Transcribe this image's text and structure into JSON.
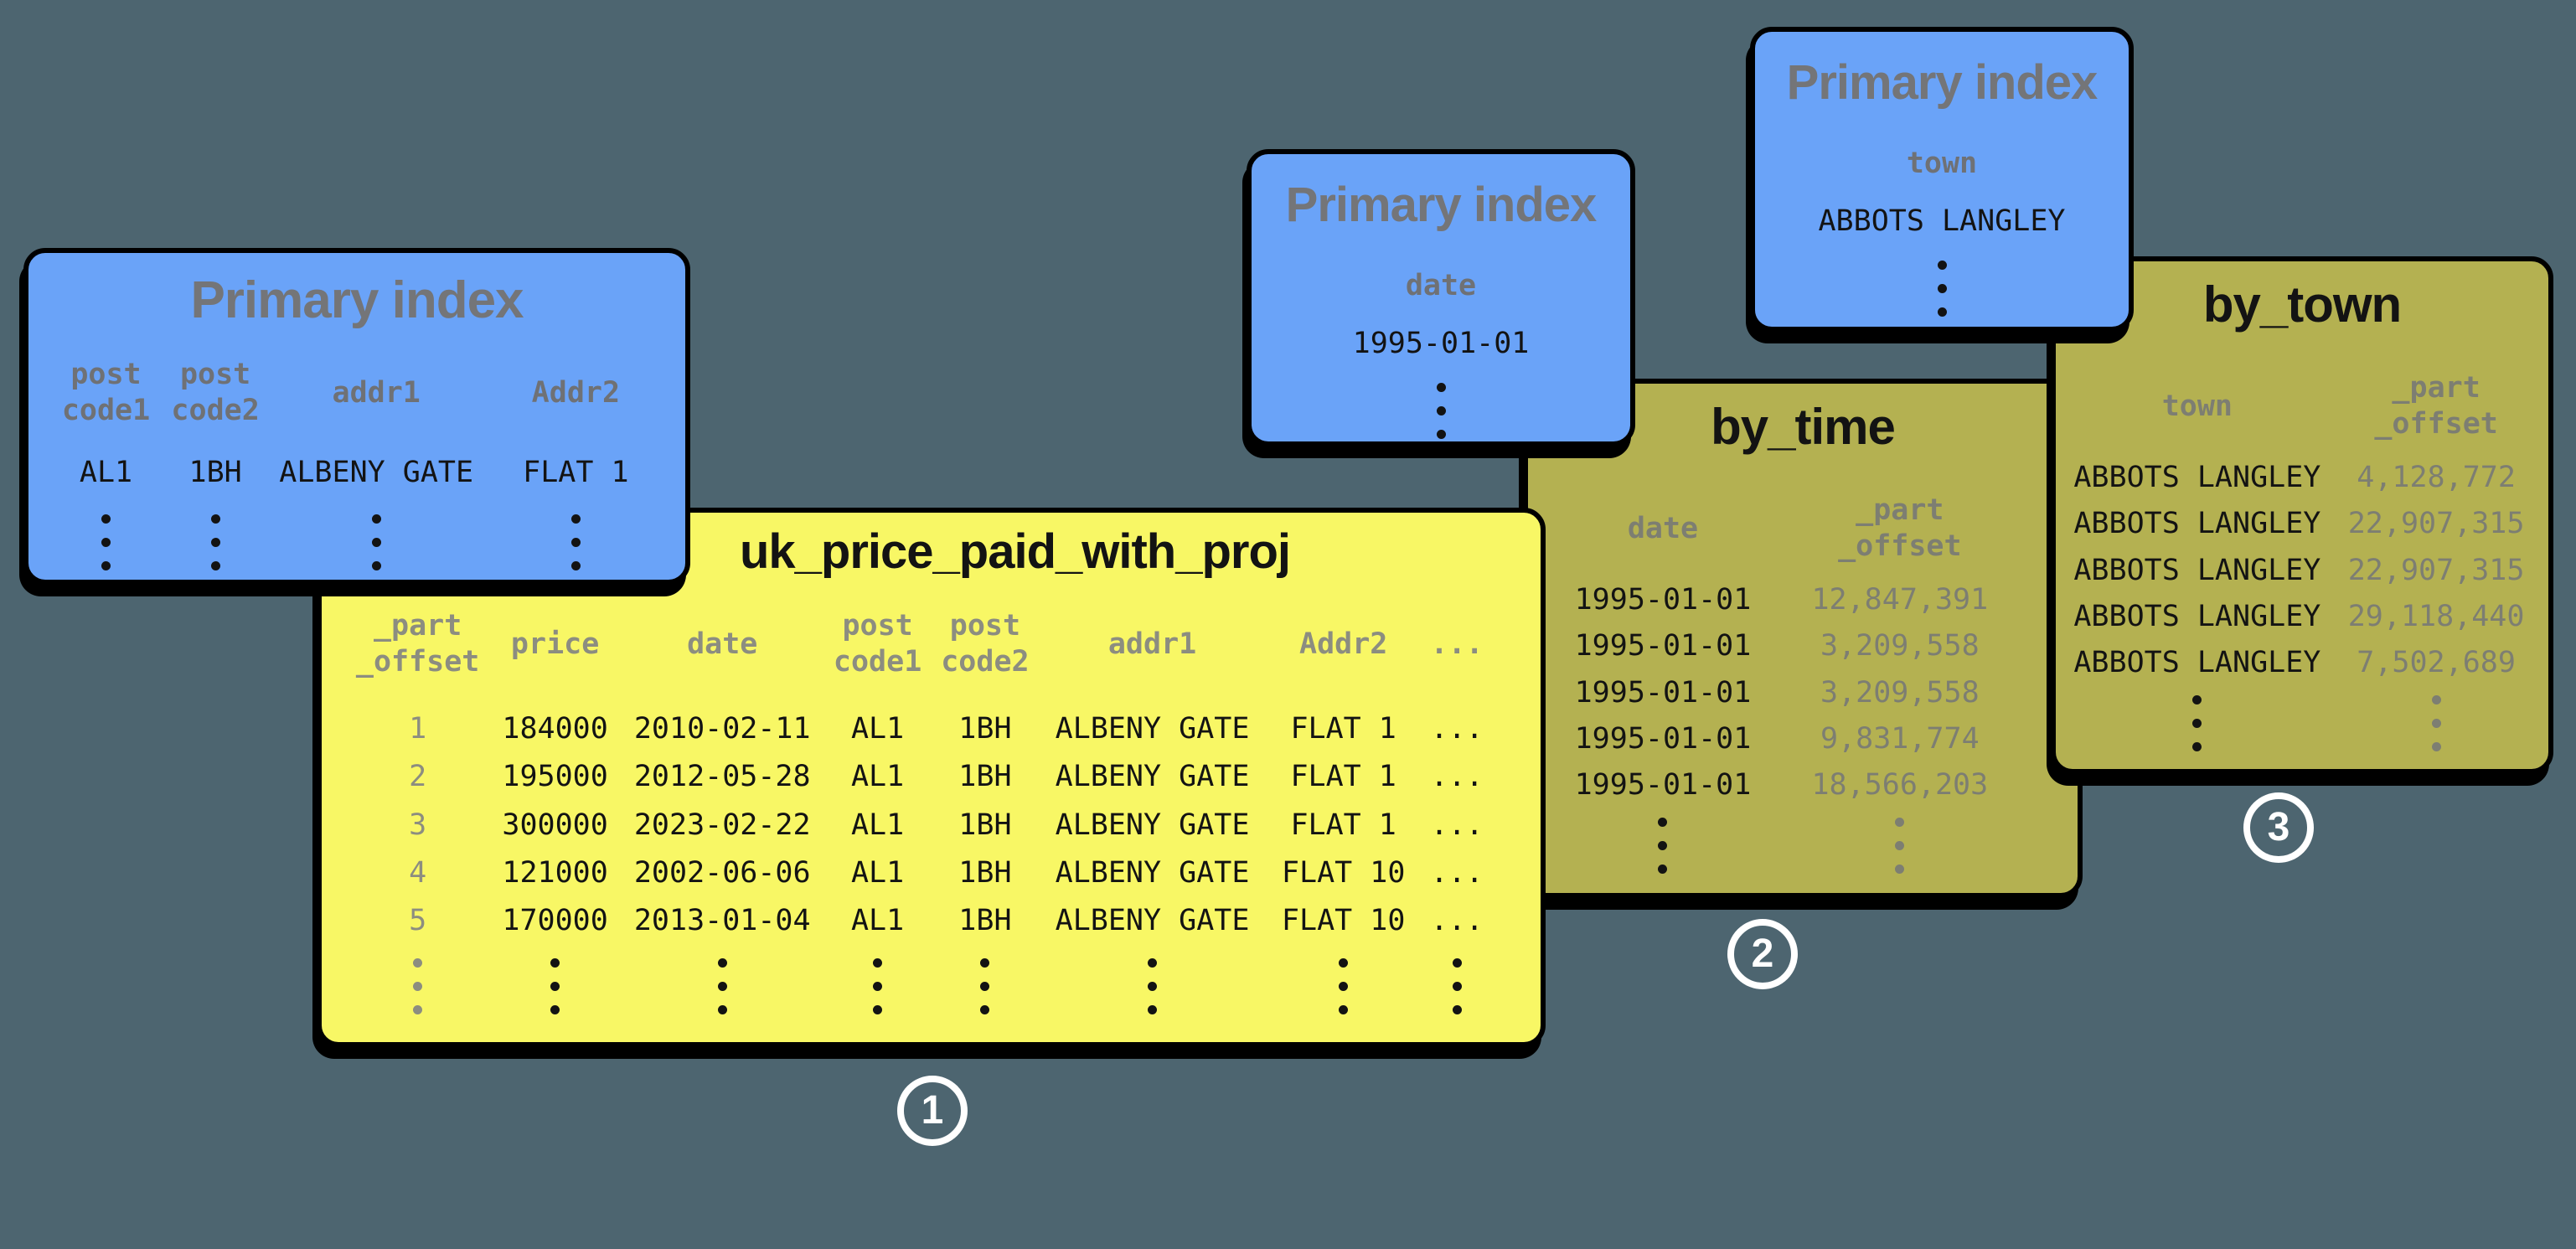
{
  "colors": {
    "background": "#4d6570",
    "card_blue": "#6aa3f8",
    "card_yellow": "#f8f765",
    "card_olive": "#b4b151",
    "outline": "#000000",
    "ink": "#131313",
    "title_gray": "#747578",
    "muted_blue": "#6f7175",
    "muted_yellow": "#8c8d80",
    "muted_olive": "#7d7e72",
    "badge": "#ffffff"
  },
  "badges": [
    "1",
    "2",
    "3"
  ],
  "cards": {
    "pi_postcode": {
      "title": "Primary index",
      "table": {
        "columns": [
          "post\ncode1",
          "post\ncode2",
          "addr1",
          "Addr2"
        ],
        "widths": [
          20,
          14,
          36,
          26
        ],
        "row_pad": [
          2,
          0
        ],
        "muted_cols": [],
        "rows": [
          [
            "AL1",
            "1BH",
            "ALBENY GATE",
            "FLAT 1"
          ]
        ],
        "ellipsis_row": true
      }
    },
    "main": {
      "title": "uk_price_paid_with_proj",
      "table": {
        "columns": [
          "_part\n_offset",
          "price",
          "date",
          "post\ncode1",
          "post\ncode2",
          "addr1",
          "Addr2",
          "..."
        ],
        "widths": [
          12,
          11,
          17,
          9,
          9,
          19,
          13,
          6
        ],
        "row_pad": [
          2,
          0
        ],
        "muted_cols": [
          0
        ],
        "rows": [
          [
            "1",
            "184000",
            "2010-02-11",
            "AL1",
            "1BH",
            "ALBENY GATE",
            "FLAT 1",
            "..."
          ],
          [
            "2",
            "195000",
            "2012-05-28",
            "AL1",
            "1BH",
            "ALBENY GATE",
            "FLAT 1",
            "..."
          ],
          [
            "3",
            "300000",
            "2023-02-22",
            "AL1",
            "1BH",
            "ALBENY GATE",
            "FLAT 1",
            "..."
          ],
          [
            "4",
            "121000",
            "2002-06-06",
            "AL1",
            "1BH",
            "ALBENY GATE",
            "FLAT 10",
            "..."
          ],
          [
            "5",
            "170000",
            "2013-01-04",
            "AL1",
            "1BH",
            "ALBENY GATE",
            "FLAT 10",
            "..."
          ]
        ],
        "ellipsis_row": true
      }
    },
    "pi_date": {
      "title": "Primary index",
      "table": {
        "columns": [
          "date"
        ],
        "widths": [
          100
        ],
        "row_pad": [
          0,
          0
        ],
        "muted_cols": [],
        "rows": [
          [
            "1995-01-01"
          ]
        ],
        "ellipsis_row": true
      }
    },
    "by_time": {
      "title": "by_time",
      "table": {
        "columns": [
          "date",
          "_part\n_offset"
        ],
        "widths": [
          46,
          42
        ],
        "row_pad": [
          2,
          0
        ],
        "muted_cols": [
          1
        ],
        "rows": [
          [
            "1995-01-01",
            "12,847,391"
          ],
          [
            "1995-01-01",
            "3,209,558"
          ],
          [
            "1995-01-01",
            "3,209,558"
          ],
          [
            "1995-01-01",
            "9,831,774"
          ],
          [
            "1995-01-01",
            "18,566,203"
          ]
        ],
        "ellipsis_row": true
      }
    },
    "pi_town": {
      "title": "Primary index",
      "table": {
        "columns": [
          "town"
        ],
        "widths": [
          100
        ],
        "row_pad": [
          0,
          0
        ],
        "muted_cols": [],
        "rows": [
          [
            "ABBOTS LANGLEY"
          ]
        ],
        "ellipsis_row": true
      }
    },
    "by_town": {
      "title": "by_town",
      "table": {
        "columns": [
          "town",
          "_part\n_offset"
        ],
        "widths": [
          56,
          42
        ],
        "row_pad": [
          1,
          0
        ],
        "muted_cols": [
          1
        ],
        "rows": [
          [
            "ABBOTS LANGLEY",
            "4,128,772"
          ],
          [
            "ABBOTS LANGLEY",
            "22,907,315"
          ],
          [
            "ABBOTS LANGLEY",
            "22,907,315"
          ],
          [
            "ABBOTS LANGLEY",
            "29,118,440"
          ],
          [
            "ABBOTS LANGLEY",
            "7,502,689"
          ]
        ],
        "ellipsis_row": true
      }
    }
  }
}
